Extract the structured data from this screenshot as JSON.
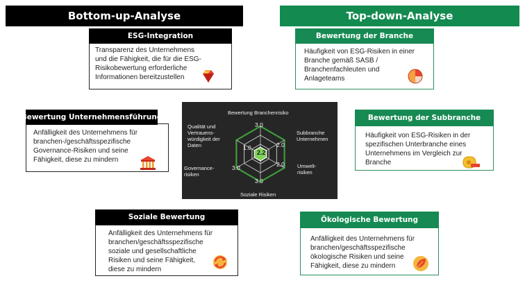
{
  "banners": {
    "left": "Bottom-up-Analyse",
    "right": "Top-down-Analyse"
  },
  "cards": {
    "esg_integration": {
      "title": "ESG-Integration",
      "line1": "Transparenz des Unternehmens",
      "line2": "und die Fähigkeit, die für die ESG-",
      "line3": "Risikobewertung erforderliche",
      "line4": "Informationen bereitzustellen",
      "icon": "gem-icon"
    },
    "bewertung_branche": {
      "title": "Bewertung der Branche",
      "line1": "Häufigkeit von ESG-Risiken in einer",
      "line2": "Branche gemäß SASB /",
      "line3": "Branchenfachleuten und",
      "line4": "Anlageteams",
      "icon": "pie-chart-icon"
    },
    "unternehmensfuehrung": {
      "title": "Bewertung Unternehmensführung",
      "line1": "Anfälligkeit des Unternehmens für",
      "line2": "branchen-/geschäftsspezifische",
      "line3": "Governance-Risiken und seine",
      "line4": "Fähigkeit, diese zu mindern",
      "icon": "bank-building-icon"
    },
    "subbranche": {
      "title": "Bewertung der Subbranche",
      "line1": "Häufigkeit von ESG-Risiken in der",
      "line2": "spezifischen Unterbranche eines",
      "line3": "Unternehmens im Vergleich zur",
      "line4": "Branche",
      "icon": "tape-measure-icon"
    },
    "soziale": {
      "title": "Soziale Bewertung",
      "line1": "Anfälligkeit des Unternehmens für",
      "line2": "branchen/geschäftsspezifische",
      "line3": "soziale und gesellschaftliche",
      "line4": "Risiken und seine Fähigkeit,",
      "line5": "diese zu mindern",
      "icon": "cycle-arrows-icon"
    },
    "oekologische": {
      "title": "Ökologische Bewertung",
      "line1": "Anfälligkeit des Unternehmens für",
      "line2": "branchen/geschäftsspezifische",
      "line3": "ökologische Risiken und seine",
      "line4": "Fähigkeit, diese zu mindern",
      "icon": "leaf-icon"
    }
  },
  "radar": {
    "axes": {
      "top": "Bewertung Branchenrisiko",
      "right_top_1": "Subbranche",
      "right_top_2": "Unternehmen",
      "right_bottom_1": "Umwelt-",
      "right_bottom_2": "risiken",
      "bottom": "Soziale Risiken",
      "left_bottom_1": "Governance-",
      "left_bottom_2": "risiken",
      "left_top_1": "Qualität und",
      "left_top_2": "Vertrauens-",
      "left_top_3": "würdigkeit der",
      "left_top_4": "Daten"
    },
    "ticks": {
      "top": "3.0",
      "upper_right": "2.0",
      "lower_right": "2.0",
      "bottom": "3.0",
      "lower_left": "3.0",
      "upper_left": "1.0"
    },
    "center_value": "2.2",
    "colors": {
      "hexagon": "#3f9a3c",
      "center": "#7ed15a",
      "grid": "#c9c9c9",
      "panel": "#262626"
    }
  }
}
